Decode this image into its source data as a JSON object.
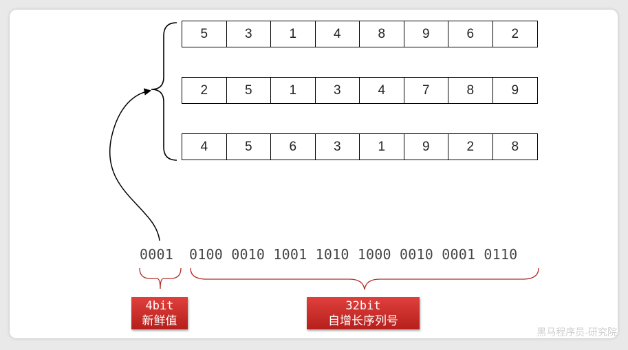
{
  "rows": [
    [
      "5",
      "3",
      "1",
      "4",
      "8",
      "9",
      "6",
      "2"
    ],
    [
      "2",
      "5",
      "1",
      "3",
      "4",
      "7",
      "8",
      "9"
    ],
    [
      "4",
      "5",
      "6",
      "3",
      "1",
      "9",
      "2",
      "8"
    ]
  ],
  "bits": {
    "prefix": "0001",
    "main": "0100 0010 1001 1010 1000 0010 0001 0110"
  },
  "labels": {
    "left_line1": "4bit",
    "left_line2": "新鲜值",
    "right_line1": "32bit",
    "right_line2": "自增长序列号"
  },
  "watermark": "黑马程序员-研究院",
  "colors": {
    "label_bg": "#c8302c",
    "brace_red": "#b22a26",
    "border": "#000000"
  }
}
